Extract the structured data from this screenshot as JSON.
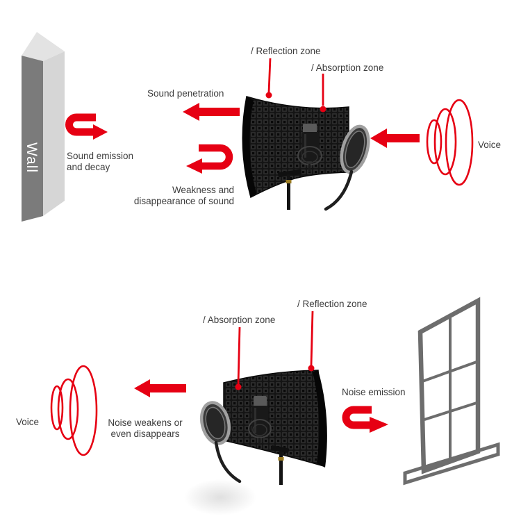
{
  "colors": {
    "accent_red": "#e60013",
    "text": "#3d3d3d",
    "wall_front": "#7b7b7b",
    "wall_top": "#e3e3e3",
    "wall_side": "#d6d6d6",
    "window_frame": "#6d6d6d",
    "foam_dark": "#161616",
    "background": "#ffffff"
  },
  "icons": {
    "sound_waves": "three concentric red ellipses",
    "u_turn_arrow": "red 180-degree return arrow",
    "left_arrow": "red solid straight arrow",
    "callout_dot": "red pointer line with dot"
  },
  "top": {
    "wall": "Wall",
    "sound_emission_lines": [
      "Sound emission",
      "and decay"
    ],
    "sound_penetration": "Sound penetration",
    "weakness_lines": [
      "Weakness and",
      "disappearance of sound"
    ],
    "reflection_zone": "/ Reflection zone",
    "absorption_zone": "/ Absorption zone",
    "voice": "Voice"
  },
  "bottom": {
    "absorption_zone": "/ Absorption zone",
    "reflection_zone": "/ Reflection zone",
    "noise_emission": "Noise emission",
    "noise_weakens_lines": [
      "Noise weakens or",
      "even disappears"
    ],
    "voice": "Voice"
  }
}
